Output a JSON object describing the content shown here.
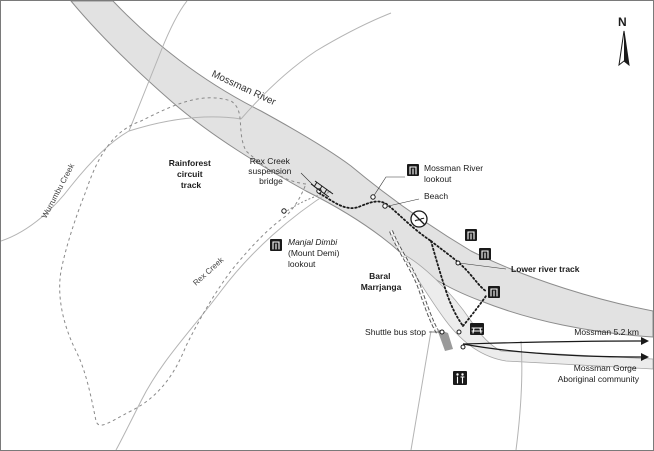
{
  "map": {
    "north_label": "N",
    "river_label": "Mossman River",
    "creek_labels": {
      "wurrumbu": "Wurrumbu Creek",
      "rex": "Rex Creek"
    },
    "places": {
      "rainforest_circuit": [
        "Rainforest",
        "circuit",
        "track"
      ],
      "rex_creek_bridge": [
        "Rex Creek",
        "suspension",
        "bridge"
      ],
      "manjal_dimbi": [
        "Manjal Dimbi",
        "(Mount Demi)",
        "lookout"
      ],
      "mossman_river_lookout": [
        "Mossman River",
        "lookout"
      ],
      "beach": "Beach",
      "baral_marrjanga": [
        "Baral",
        "Marrjanga"
      ],
      "lower_river_track": "Lower river track",
      "shuttle_bus_stop": "Shuttle bus stop",
      "mossman_distance": "Mossman 5.2 km",
      "aboriginal_community": [
        "Mossman Gorge",
        "Aboriginal community"
      ]
    },
    "icons": [
      "north-arrow-icon",
      "lookout-icon",
      "no-swimming-icon",
      "picnic-table-icon",
      "toilets-icon"
    ],
    "colors": {
      "river_fill": "#e2e2e2",
      "river_edge": "#8c8c8c",
      "creek": "#b4b4b4",
      "track_dotted": "#1a1a1a",
      "circuit_dashed": "#8a8a8a",
      "road": "#1a1a1a"
    }
  }
}
